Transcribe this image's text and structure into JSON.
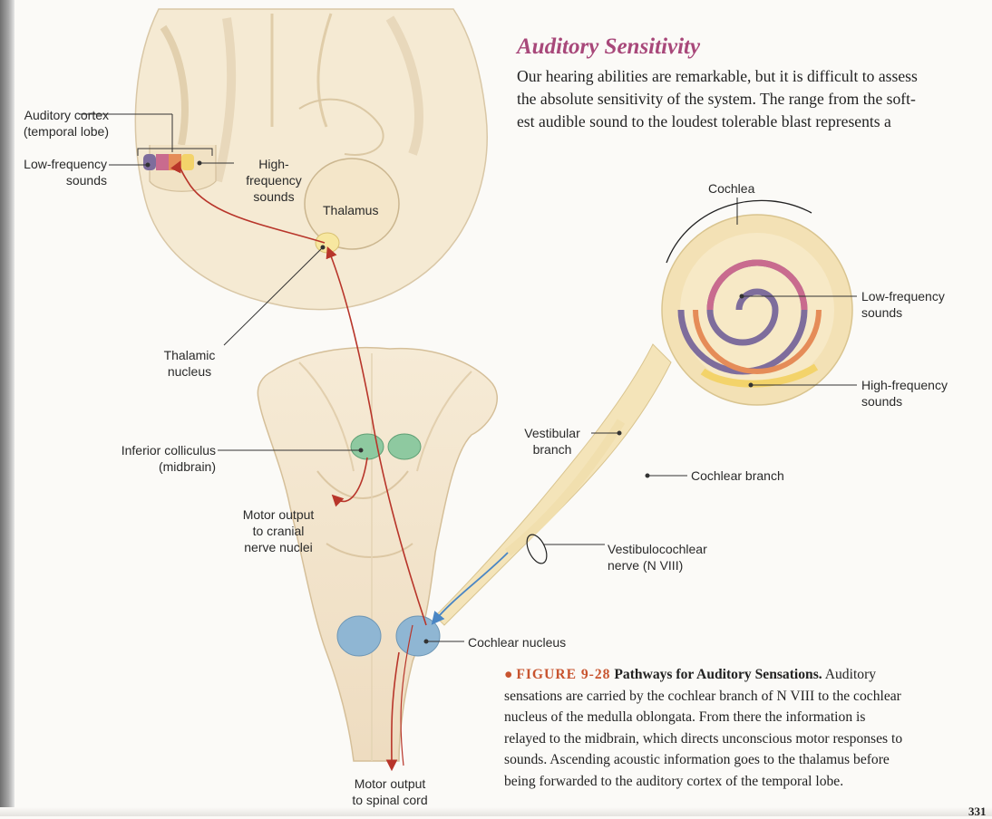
{
  "section": {
    "heading": "Auditory Sensitivity",
    "body_lines": [
      "Our hearing abilities are remarkable, but it is difficult to assess",
      "the absolute sensitivity of the system. The range from the soft-",
      "est audible sound to the loudest tolerable blast represents a"
    ]
  },
  "labels": {
    "auditory_cortex": [
      "Auditory cortex",
      "(temporal lobe)"
    ],
    "low_freq_cortex": [
      "Low-frequency",
      "sounds"
    ],
    "high_freq_cortex": [
      "High-",
      "frequency",
      "sounds"
    ],
    "thalamus": "Thalamus",
    "thalamic_nucleus": [
      "Thalamic",
      "nucleus"
    ],
    "cochlea": "Cochlea",
    "low_freq_cochlea": [
      "Low-frequency",
      "sounds"
    ],
    "high_freq_cochlea": [
      "High-frequency",
      "sounds"
    ],
    "vestibular_branch": [
      "Vestibular",
      "branch"
    ],
    "cochlear_branch": "Cochlear branch",
    "inferior_colliculus": [
      "Inferior colliculus",
      "(midbrain)"
    ],
    "motor_output_cranial": [
      "Motor output",
      "to cranial",
      "nerve nuclei"
    ],
    "vestibulocochlear_nerve": [
      "Vestibulocochlear",
      "nerve (N VIII)"
    ],
    "cochlear_nucleus": "Cochlear nucleus",
    "motor_output_spinal": [
      "Motor output",
      "to spinal cord"
    ]
  },
  "caption": {
    "bullet": "●",
    "figure_number": "FIGURE 9-28",
    "title": "Pathways for Auditory Sensations.",
    "lines": [
      "Auditory",
      "sensations are carried by the cochlear branch of N VIII to the cochlear",
      "nucleus of the medulla oblongata. From there the information is",
      "relayed to the midbrain, which directs unconscious motor responses to",
      "sounds. Ascending acoustic information goes to the thalamus before",
      "being forwarded to the auditory cortex of the temporal lobe."
    ]
  },
  "page_number": "331",
  "colors": {
    "heading": "#a8487a",
    "figure_label": "#c8542f",
    "pathway": "#b8352a",
    "tissue": "#f3e6cc",
    "nucleus_green": "#8ec9a0",
    "nucleus_blue": "#8fb6d3"
  }
}
